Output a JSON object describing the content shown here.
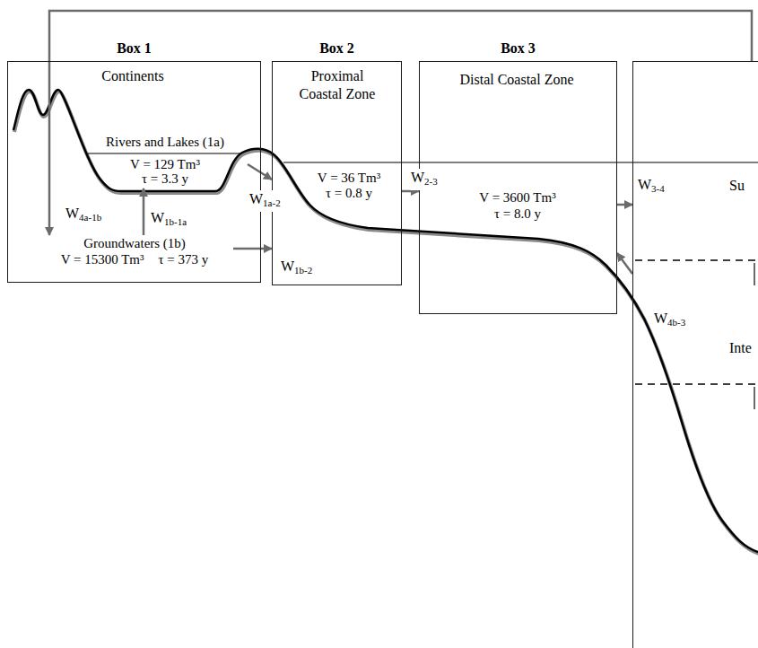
{
  "diagram": {
    "nodes": [
      {
        "text": [
          "Box 1",
          "Continents"
        ]
      },
      {
        "text": [
          "Rivers and Lakes (1a)",
          "V = 129 Tm³",
          "τ = 3.3 y"
        ],
        "in": 0
      },
      {
        "text": [
          "Groundwaters (1b)",
          "V = 15300 Tm³",
          "τ = 373 y"
        ],
        "in": 0
      },
      {
        "text": [
          "Box 2",
          "Proximal Coastal Zone",
          "V = 36 Tm³",
          "τ = 0.8 y"
        ]
      },
      {
        "text": [
          "Box 3",
          "Distal Coastal Zone",
          "V = 3600 Tm³",
          "τ = 8.0 y"
        ]
      },
      {
        "text": [
          "Su",
          "Inte"
        ]
      }
    ],
    "edges": [
      {
        "from": 5,
        "to": 2,
        "arrow": "to",
        "label": "W4a-1b"
      },
      {
        "from": 2,
        "to": 1,
        "arrow": "to",
        "label": "W1b-1a"
      },
      {
        "from": 1,
        "to": 3,
        "arrow": "to",
        "label": "W1a-2"
      },
      {
        "from": 2,
        "to": 3,
        "arrow": "to",
        "label": "W1b-2"
      },
      {
        "from": 3,
        "to": 4,
        "arrow": "to",
        "label": "W2-3"
      },
      {
        "from": 4,
        "to": 5,
        "arrow": "to",
        "label": "W3-4"
      },
      {
        "from": 5,
        "to": 4,
        "arrow": "to",
        "label": "W4b-3"
      }
    ]
  }
}
